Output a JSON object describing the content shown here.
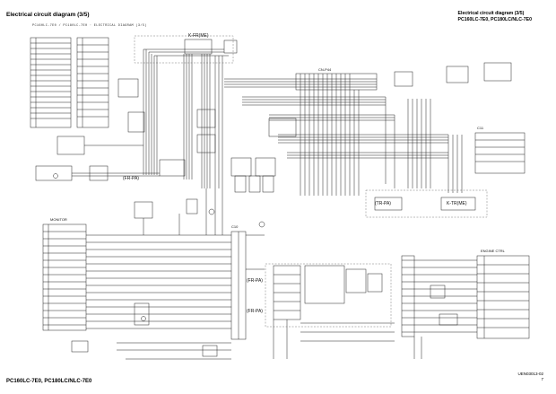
{
  "header": {
    "title_left": "Electrical circuit diagram (3/5)",
    "title_right_line1": "Electrical circuit diagram (3/5)",
    "title_right_line2": "PC160LC-7E0, PC180LC/NLC-7E0",
    "subtitle": "PC160LC-7E0 / PC180LC-7E0 · ELECTRICAL DIAGRAM (3/5)"
  },
  "footer": {
    "model": "PC160LC-7E0, PC180LC/NLC-7E0",
    "code": "UEN03013-02",
    "page": "7"
  },
  "labels": {
    "k_fr_top": "K-FR(ME)",
    "k_fr_left": "(FR-PA)",
    "cn_p44": "CN-P44",
    "k_tr_right": "K-TR(ME)",
    "k_tr_mid": "(TR-PA)",
    "k_fr_mid": "(FR-PA)",
    "k_fr_bot": "(FR-PA)",
    "monitor": "MONITOR",
    "conn": "ENGINE CTRL",
    "c10": "C10",
    "c11": "C11"
  }
}
